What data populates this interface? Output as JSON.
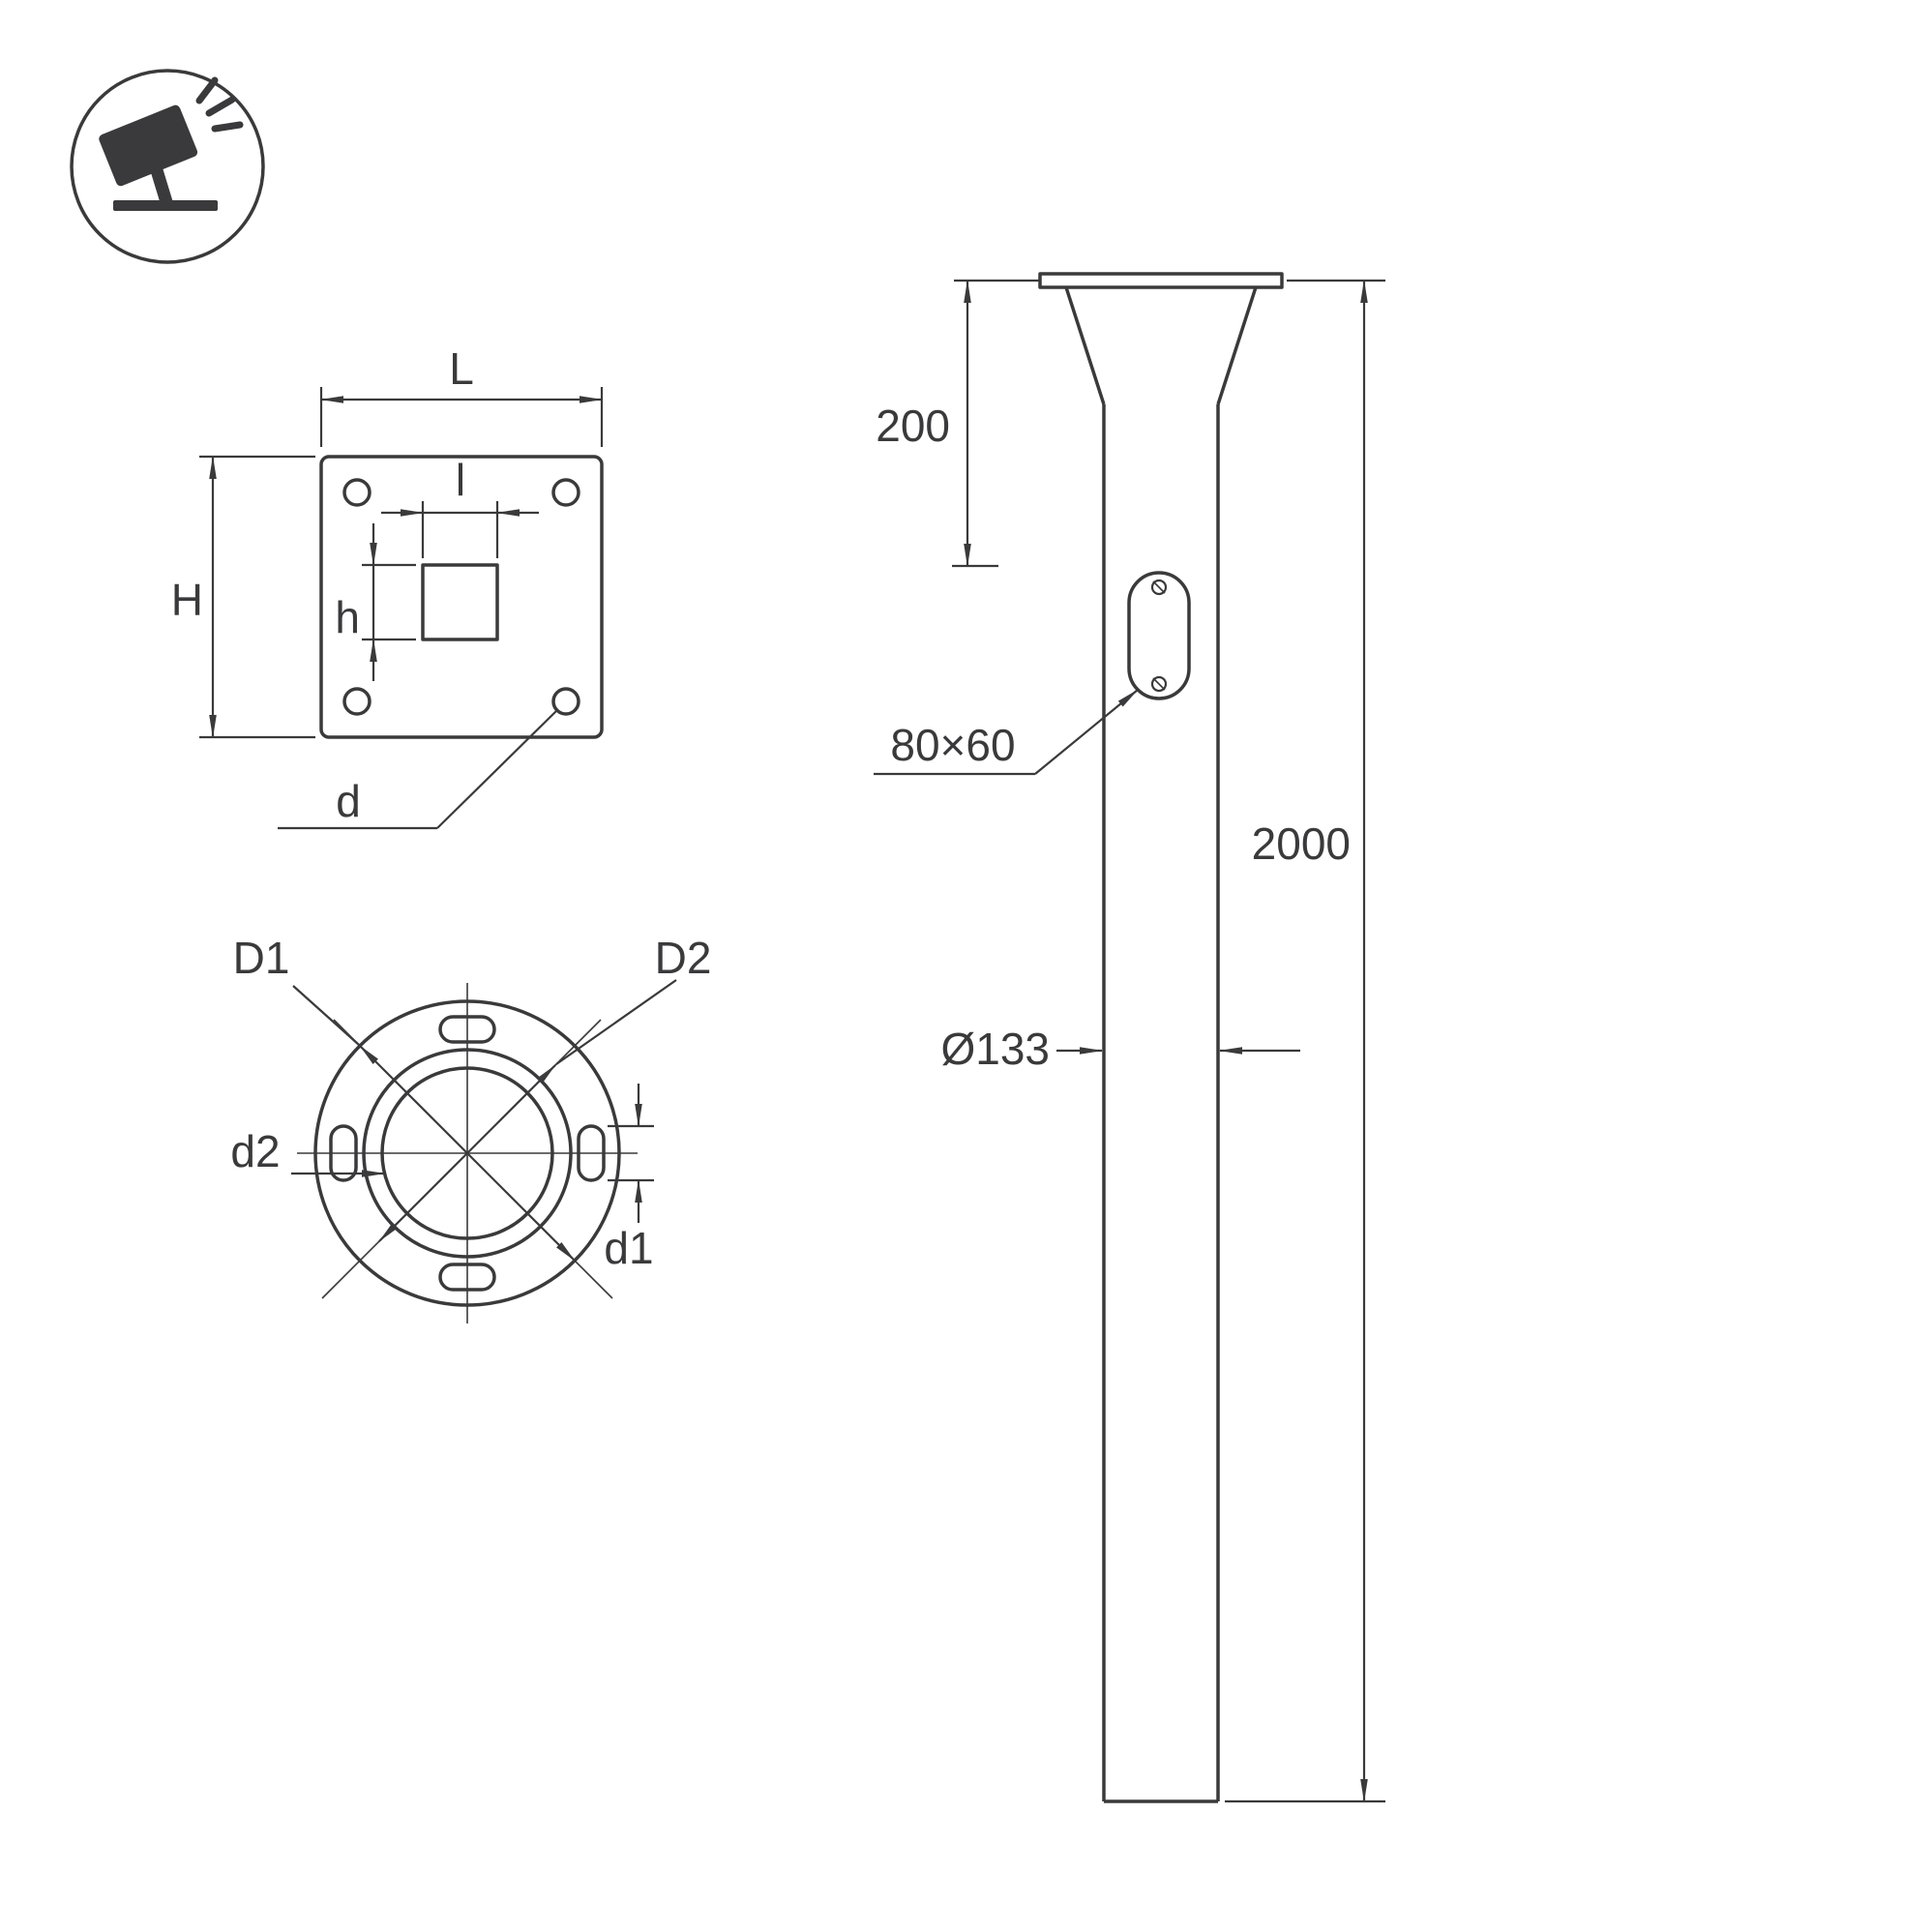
{
  "colors": {
    "ink": "#3a3a3c",
    "background": "#ffffff"
  },
  "views": {
    "plate_top": {
      "labels": {
        "width": "L",
        "height": "H",
        "inner_width": "l",
        "inner_height": "h",
        "hole_diameter": "d"
      }
    },
    "flange_bottom": {
      "labels": {
        "outer_diameter": "D1",
        "bolt_circle_diameter": "D2",
        "slot_size": "d1",
        "bore_diameter": "d2"
      }
    },
    "pole_side": {
      "labels": {
        "top_offset": "200",
        "total_length": "2000",
        "access_hole_size": "80×60",
        "pole_diameter": "Ø133"
      }
    }
  }
}
